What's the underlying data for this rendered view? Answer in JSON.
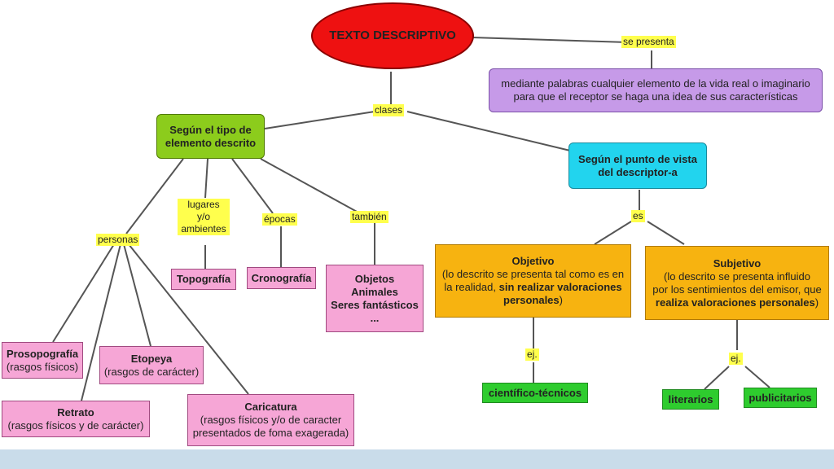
{
  "root": "TEXTO DESCRIPTIVO",
  "labels": {
    "se_presenta": "se presenta",
    "clases": "clases",
    "es": "es",
    "personas": "personas",
    "lugares": [
      "lugares",
      "y/o",
      "ambientes"
    ],
    "epocas": "épocas",
    "tambien": "también",
    "ej1": "ej.",
    "ej2": "ej."
  },
  "definicion": [
    "mediante palabras cualquier elemento de la vida real o imaginario",
    "para que el receptor se haga una idea de sus características"
  ],
  "segun_tipo": [
    "Según el tipo de",
    "elemento descrito"
  ],
  "segun_punto": [
    "Según el punto de vista",
    "del descriptor-a"
  ],
  "topografia": "Topografía",
  "cronografia": "Cronografía",
  "objetos": [
    "Objetos",
    "Animales",
    "Seres fantásticos",
    "..."
  ],
  "prosopografia": {
    "title": "Prosopografía",
    "desc": "(rasgos físicos)"
  },
  "etopeya": {
    "title": "Etopeya",
    "desc": "(rasgos de carácter)"
  },
  "retrato": {
    "title": "Retrato",
    "desc": "(rasgos físicos y de carácter)"
  },
  "caricatura": {
    "title": "Caricatura",
    "desc1": "(rasgos físicos y/o de caracter",
    "desc2": "presentados de foma exagerada)"
  },
  "objetivo": {
    "title": "Objetivo",
    "l1": "(lo descrito se presenta tal como es en",
    "l2a": "la realidad,",
    "l2b": " sin realizar valoraciones",
    "l3a": "personales",
    "l3b": ")"
  },
  "subjetivo": {
    "title": "Subjetivo",
    "l1": "(lo descrito se presenta influido",
    "l2": "por los sentimientos del emisor, que",
    "l3a": "realiza valoraciones personales",
    "l3b": ")"
  },
  "cientifico": "científico-técnicos",
  "literarios": "literarios",
  "publicitarios": "publicitarios",
  "colors": {
    "red": "#ee1111",
    "purple": "#c69ae8",
    "lime": "#8ccc1c",
    "cyan": "#22d4ee",
    "orange": "#f7b310",
    "pink": "#f6a6d6",
    "green": "#2ecc2e",
    "label": "#ffff4d",
    "frame": "#c9dcea"
  }
}
